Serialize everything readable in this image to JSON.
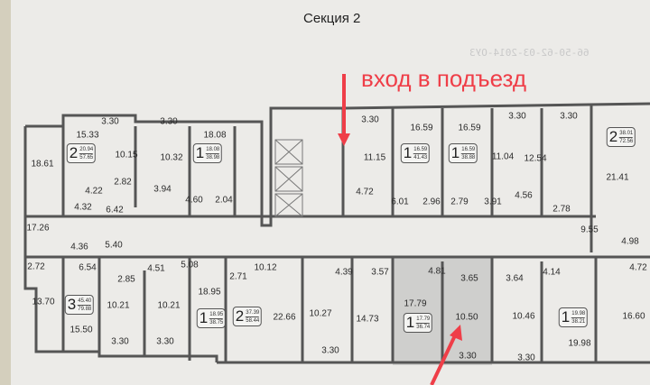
{
  "title": "Секция 2",
  "annotation": {
    "text": "вход в подъезд",
    "color": "#ef3e48"
  },
  "stamp": {
    "text": "66-50-62-03-2014-ОУЗ"
  },
  "rooms": [
    {
      "v": "3.30"
    },
    {
      "v": "3.30"
    },
    {
      "v": "15.33"
    },
    {
      "v": "18.08"
    },
    {
      "v": "18.61"
    },
    {
      "v": "10.15"
    },
    {
      "v": "10.32"
    },
    {
      "v": "2.82"
    },
    {
      "v": "3.94"
    },
    {
      "v": "4.22"
    },
    {
      "v": "4.60"
    },
    {
      "v": "2.04"
    },
    {
      "v": "17.26"
    },
    {
      "v": "4.32"
    },
    {
      "v": "6.42"
    },
    {
      "v": "4.36"
    },
    {
      "v": "5.40"
    },
    {
      "v": "3.30"
    },
    {
      "v": "16.59"
    },
    {
      "v": "16.59"
    },
    {
      "v": "3.30"
    },
    {
      "v": "3.30"
    },
    {
      "v": "11.15"
    },
    {
      "v": "11.04"
    },
    {
      "v": "12.54"
    },
    {
      "v": "21.41"
    },
    {
      "v": "4.72"
    },
    {
      "v": "6.01"
    },
    {
      "v": "2.96"
    },
    {
      "v": "2.79"
    },
    {
      "v": "3.91"
    },
    {
      "v": "4.56"
    },
    {
      "v": "2.78"
    },
    {
      "v": "9.55"
    },
    {
      "v": "4.98"
    },
    {
      "v": "4.72"
    },
    {
      "v": "2.72"
    },
    {
      "v": "6.54"
    },
    {
      "v": "4.51"
    },
    {
      "v": "5.08"
    },
    {
      "v": "2.85"
    },
    {
      "v": "10.12"
    },
    {
      "v": "4.39"
    },
    {
      "v": "3.57"
    },
    {
      "v": "4.81"
    },
    {
      "v": "2.71"
    },
    {
      "v": "13.70"
    },
    {
      "v": "10.21"
    },
    {
      "v": "10.21"
    },
    {
      "v": "18.95"
    },
    {
      "v": "22.66"
    },
    {
      "v": "10.27"
    },
    {
      "v": "14.73"
    },
    {
      "v": "17.79"
    },
    {
      "v": "3.65"
    },
    {
      "v": "3.64"
    },
    {
      "v": "4.14"
    },
    {
      "v": "10.50"
    },
    {
      "v": "10.46"
    },
    {
      "v": "16.60"
    },
    {
      "v": "19.98"
    },
    {
      "v": "15.50"
    },
    {
      "v": "3.30"
    },
    {
      "v": "3.30"
    },
    {
      "v": "3.30"
    },
    {
      "v": "3.30"
    },
    {
      "v": "3.30"
    }
  ],
  "apartments": [
    {
      "rooms": "2",
      "living": "20.94",
      "total": "57.65"
    },
    {
      "rooms": "1",
      "living": "18.08",
      "total": "38.98"
    },
    {
      "rooms": "1",
      "living": "16.59",
      "total": "41.43"
    },
    {
      "rooms": "1",
      "living": "16.59",
      "total": "38.88"
    },
    {
      "rooms": "2",
      "living": "38.01",
      "total": "72.56"
    },
    {
      "rooms": "3",
      "living": "45.40",
      "total": "79.88"
    },
    {
      "rooms": "1",
      "living": "18.95",
      "total": "38.75"
    },
    {
      "rooms": "2",
      "living": "37.39",
      "total": "58.44"
    },
    {
      "rooms": "1",
      "living": "17.79",
      "total": "36.74"
    },
    {
      "rooms": "1",
      "living": "19.98",
      "total": "38.21"
    }
  ]
}
